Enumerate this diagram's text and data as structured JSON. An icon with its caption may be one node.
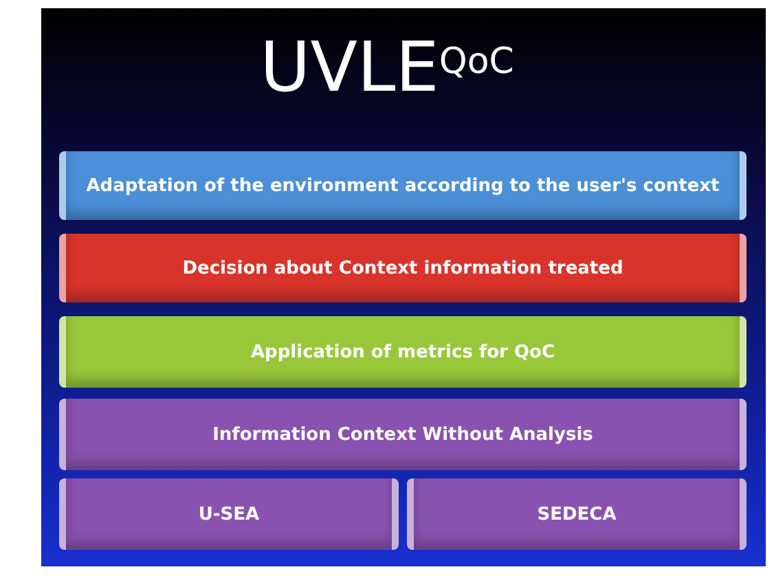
{
  "diagram": {
    "title": "UVLE$^{QoC}$",
    "nodes": [
      {
        "text": [
          "Adaptation of the environment according to the user's context"
        ]
      },
      {
        "text": [
          "Decision about Context information treated"
        ]
      },
      {
        "text": [
          "Application of metrics for QoC"
        ]
      },
      {
        "text": [
          "Information Context Without Analysis"
        ]
      },
      {
        "text": [
          "U-SEA"
        ]
      },
      {
        "text": [
          "SEDECA"
        ]
      }
    ],
    "edges": []
  }
}
